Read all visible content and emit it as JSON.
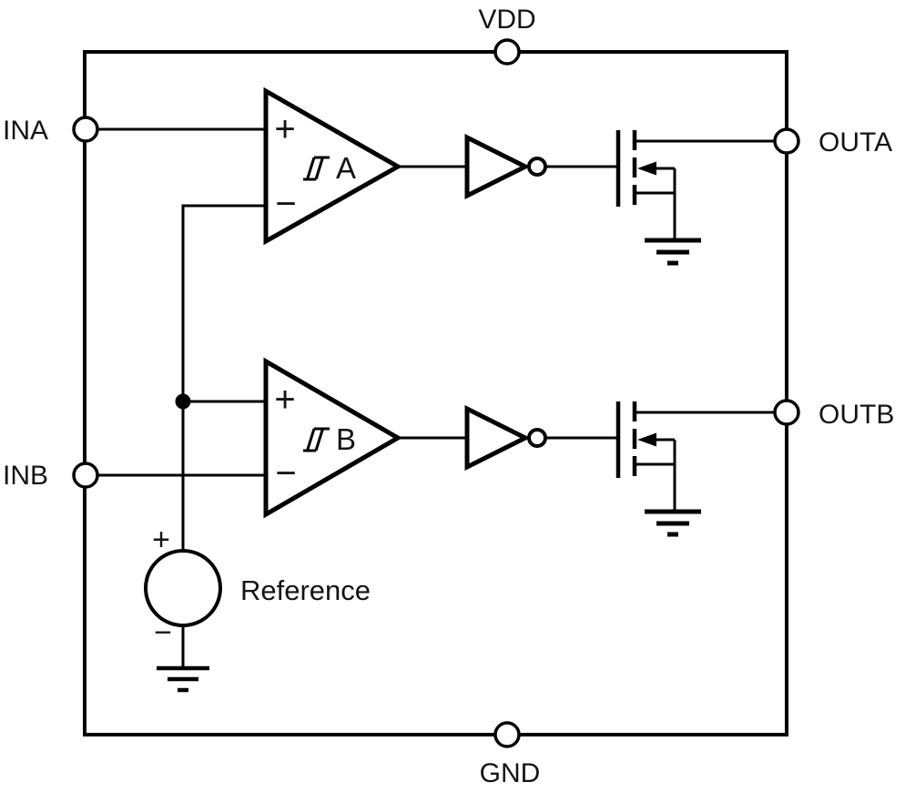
{
  "diagram": {
    "kind": "dual-comparator-functional-block-diagram",
    "colors": {
      "line": "#000000",
      "text": "#141414",
      "background": "#ffffff"
    },
    "pins": {
      "vdd": "VDD",
      "gnd": "GND",
      "ina": "INA",
      "inb": "INB",
      "outa": "OUTA",
      "outb": "OUTB"
    },
    "comparators": {
      "a": {
        "label": "A",
        "plus_sign": "+",
        "minus_sign": "−"
      },
      "b": {
        "label": "B",
        "plus_sign": "+",
        "minus_sign": "−"
      }
    },
    "reference": {
      "label": "Reference",
      "plus_sign": "+",
      "minus_sign": "−"
    }
  }
}
